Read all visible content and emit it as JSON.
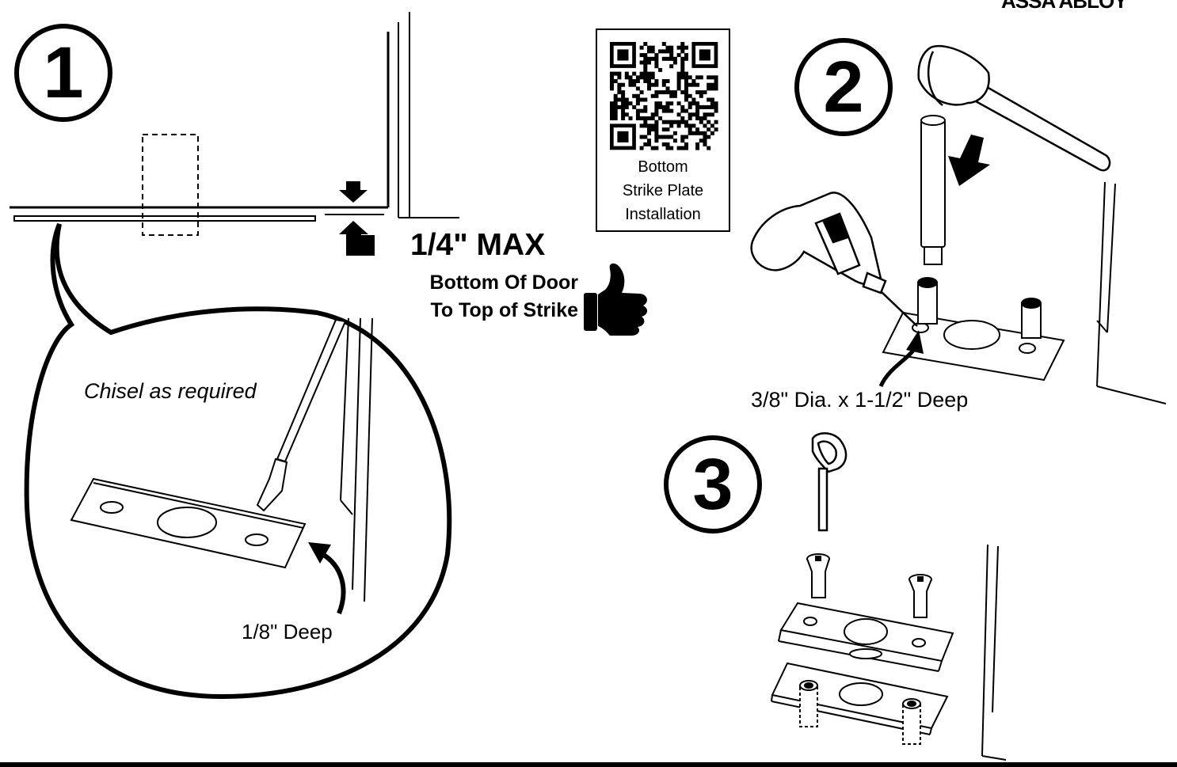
{
  "brand": "ASSA ABLOY",
  "steps": {
    "one": "1",
    "two": "2",
    "three": "3"
  },
  "qr": {
    "caption_line1": "Bottom",
    "caption_line2": "Strike Plate",
    "caption_line3": "Installation"
  },
  "step1": {
    "gap_value": "1/4\" MAX",
    "gap_desc_line1": "Bottom Of Door",
    "gap_desc_line2": "To Top of Strike",
    "chisel_note": "Chisel as required",
    "depth_label": "1/8\" Deep"
  },
  "step2": {
    "drill_label": "3/8\" Dia. x 1-1/2\" Deep"
  },
  "icons": [
    "thumbs-up-icon",
    "arrow-down-icon",
    "arrow-up-icon",
    "curved-arrow-icon",
    "qr-code-icon",
    "hammer-icon",
    "drill-icon",
    "chisel-icon",
    "hex-key-icon",
    "screw-icon"
  ],
  "colors": {
    "ink": "#000000",
    "paper": "#ffffff"
  }
}
